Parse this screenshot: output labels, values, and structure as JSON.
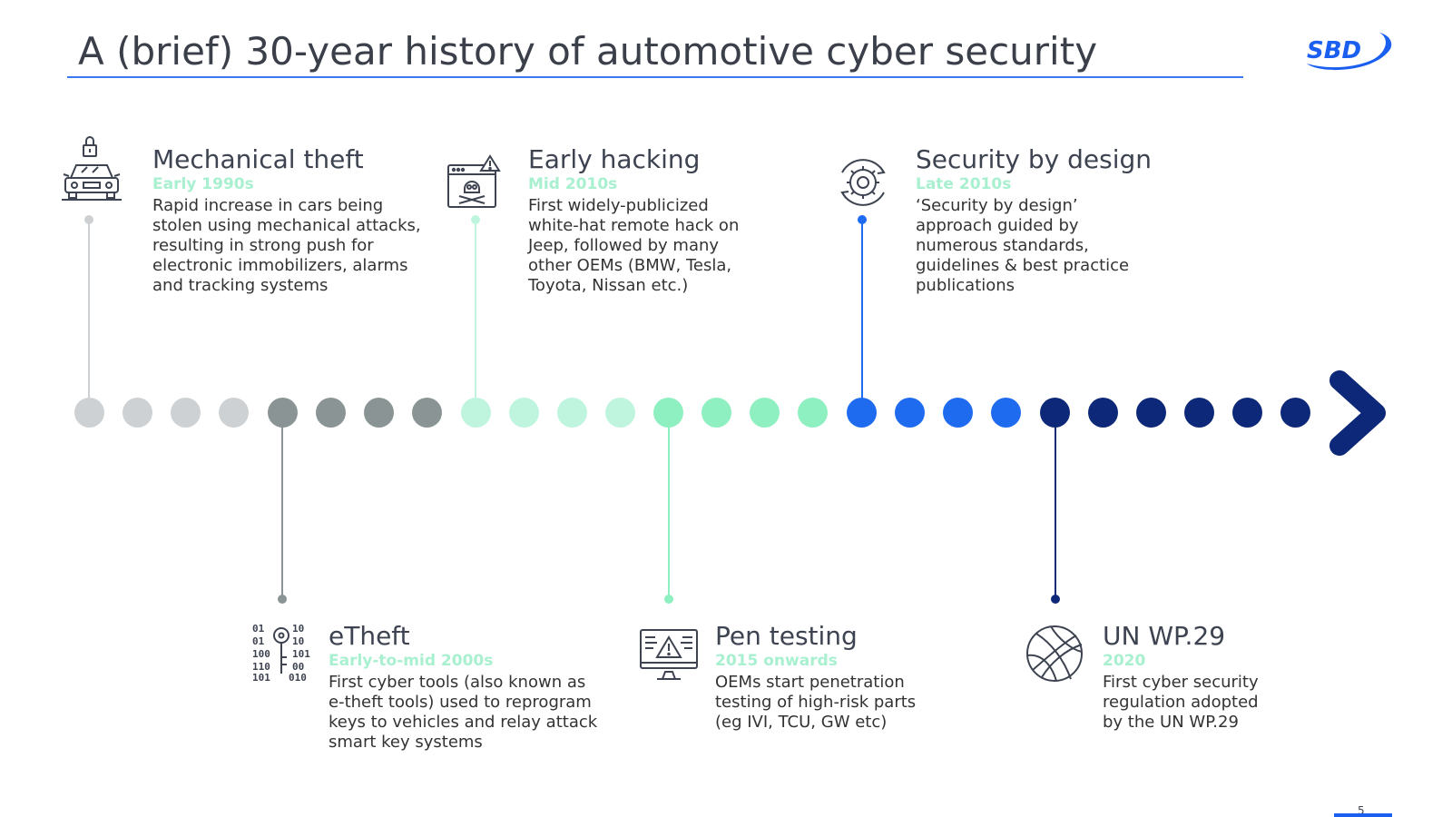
{
  "title": "A (brief) 30-year history of automotive cyber security",
  "logo": {
    "text": "SBD",
    "color": "#1a5ff0"
  },
  "colors": {
    "light_grey": "#cdd1d3",
    "dark_grey": "#8b9494",
    "light_mint": "#bff5de",
    "mint": "#8ef0c0",
    "blue": "#1f6bf0",
    "navy": "#0d2878",
    "date_text": "#a8f0cf"
  },
  "milestones_top": [
    {
      "heading": "Mechanical theft",
      "date": "Early 1990s",
      "lines": [
        "Rapid increase in cars being",
        "stolen using mechanical attacks,",
        "resulting in strong push for",
        "electronic immobilizers, alarms",
        "and tracking systems"
      ],
      "icon": "car-lock-icon"
    },
    {
      "heading": "Early hacking",
      "date": "Mid 2010s",
      "lines": [
        "First widely-publicized",
        "white-hat remote hack on",
        "Jeep, followed by many",
        "other OEMs (BMW, Tesla,",
        "Toyota, Nissan etc.)"
      ],
      "icon": "skull-browser-icon"
    },
    {
      "heading": "Security by design",
      "date": "Late 2010s",
      "lines": [
        "‘Security by design’",
        "approach guided by",
        "numerous standards,",
        "guidelines & best practice",
        "publications"
      ],
      "icon": "gear-cycle-icon"
    }
  ],
  "milestones_bottom": [
    {
      "heading": "eTheft",
      "date": "Early-to-mid 2000s",
      "lines": [
        "First cyber tools (also known as",
        "e-theft tools) used to reprogram",
        "keys to vehicles and relay attack",
        "smart key systems"
      ],
      "icon": "binary-key-icon"
    },
    {
      "heading": "Pen testing",
      "date": "2015 onwards",
      "lines": [
        "OEMs start penetration",
        "testing of high-risk parts",
        "(eg IVI, TCU, GW etc)"
      ],
      "icon": "warning-monitor-icon"
    },
    {
      "heading": "UN WP.29",
      "date": "2020",
      "lines": [
        "First cyber security",
        "regulation adopted",
        "by the UN WP.29"
      ],
      "icon": "globe-icon"
    }
  ],
  "page_number": "5"
}
